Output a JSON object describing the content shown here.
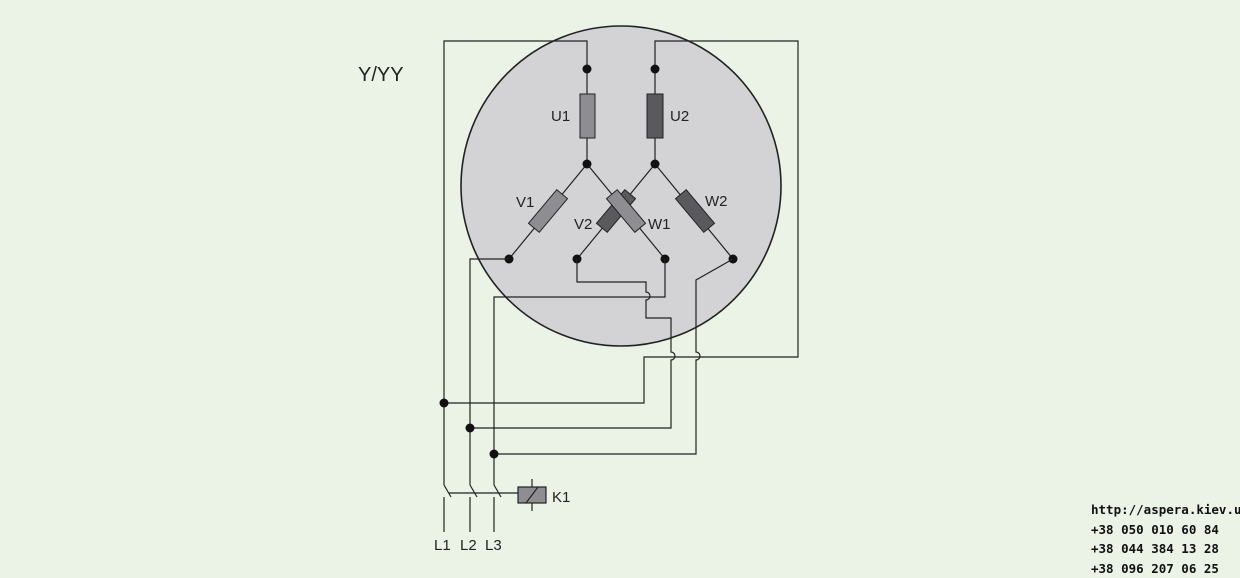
{
  "title": "Y/YY",
  "windings": {
    "u1": "U1",
    "u2": "U2",
    "v1": "V1",
    "v2": "V2",
    "w1": "W1",
    "w2": "W2"
  },
  "contactor": "K1",
  "lines": {
    "l1": "L1",
    "l2": "L2",
    "l3": "L3"
  },
  "colors": {
    "background": "#eaf3e6",
    "motor_fill": "#d3d3d5",
    "winding_light": "#8e8e92",
    "winding_dark": "#5a5a5e",
    "wire": "#222222"
  },
  "contacts": {
    "url": "http://aspera.kiev.ua/",
    "phone1": "+38 050 010 60 84",
    "phone2": "+38 044 384 13 28",
    "phone3": "+38 096 207 06 25"
  }
}
